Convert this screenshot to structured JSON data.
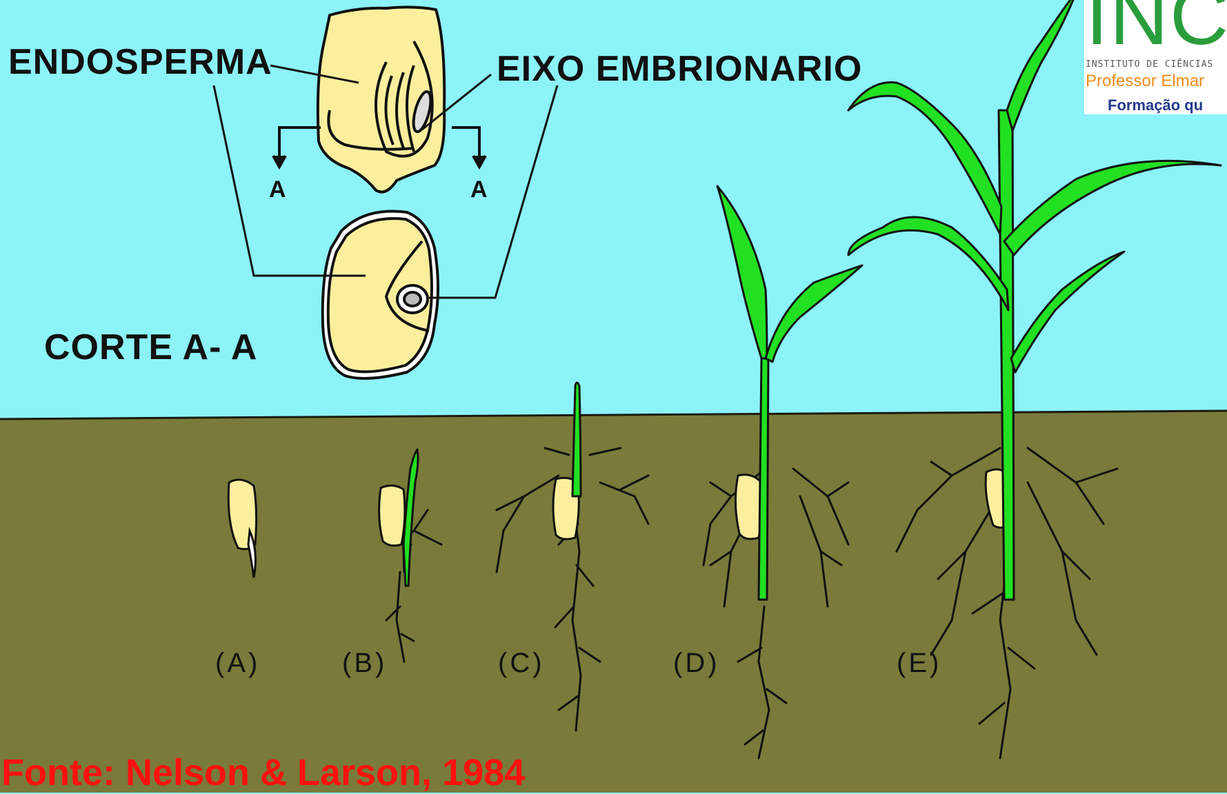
{
  "labels": {
    "endosperma": "ENDOSPERMA",
    "eixo": "EIXO EMBRIONARIO",
    "corte": "CORTE A- A",
    "section_mark": "A"
  },
  "stages": [
    "(A)",
    "(B)",
    "(C)",
    "(D)",
    "(E)"
  ],
  "source": "Fonte: Nelson & Larson, 1984",
  "logo": {
    "mark": "INC",
    "institute": "INSTITUTO DE CIÊNCIAS",
    "professor": "Professor Elmar",
    "tagline": "Formação qu"
  },
  "colors": {
    "sky": "#8cf3f9",
    "soil": "#7a7a3a",
    "seed": "#fbef9d",
    "plant": "#22e022",
    "source_text": "#ff1010"
  }
}
